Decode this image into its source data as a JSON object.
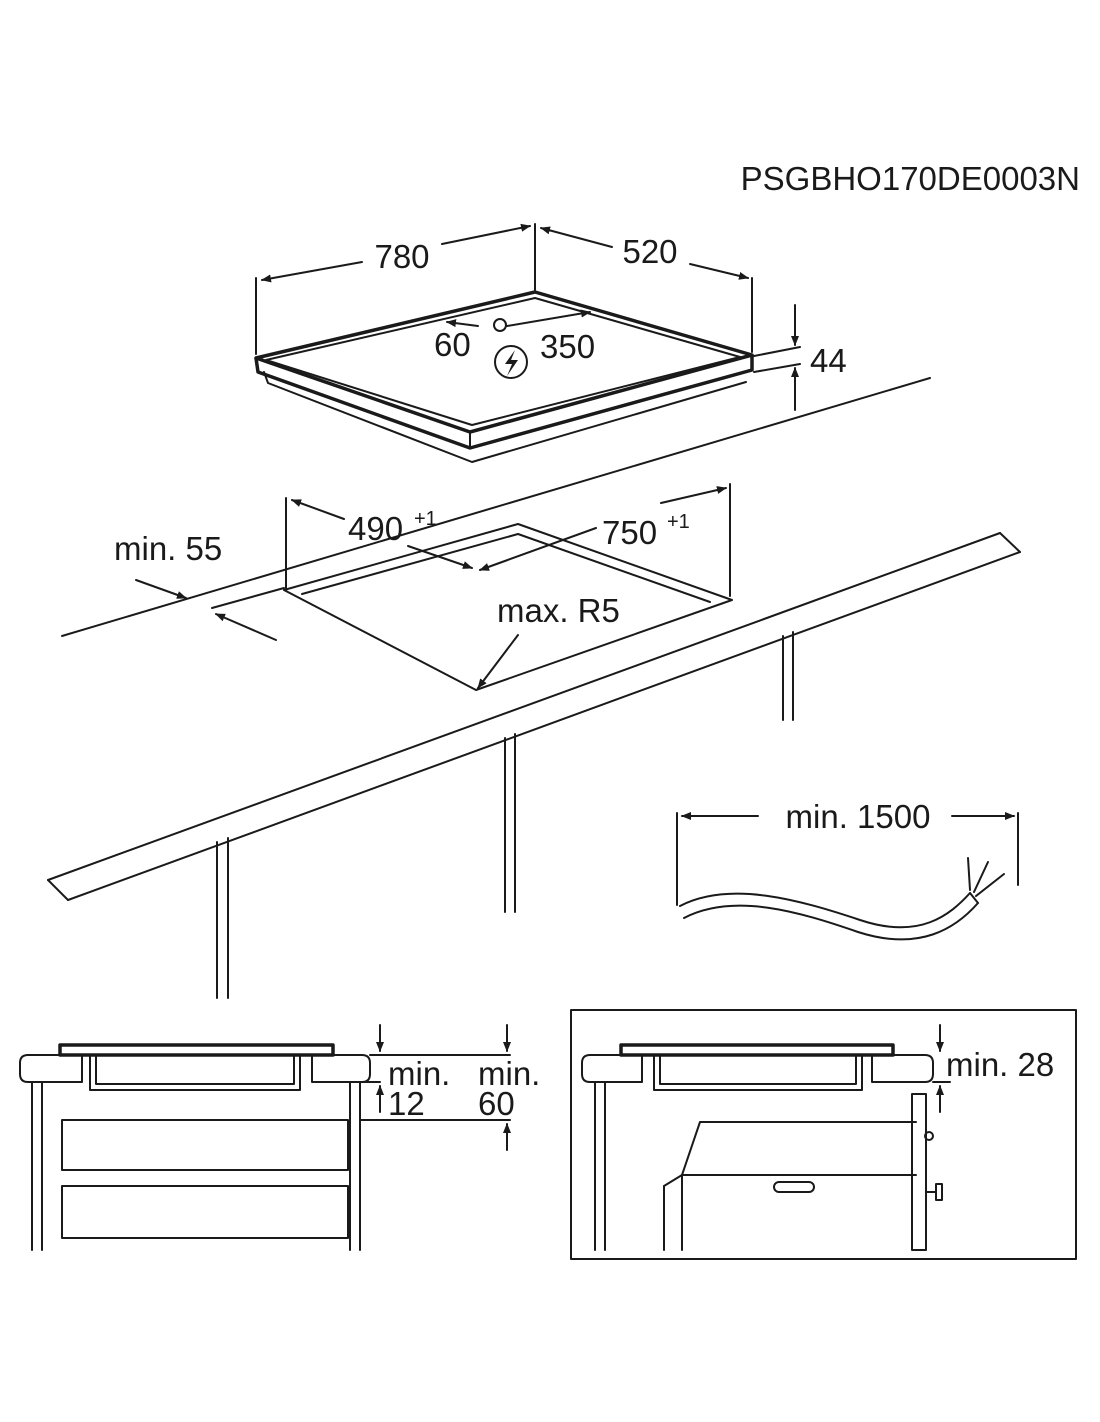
{
  "doc_code": "PSGBHO170DE0003N",
  "hob": {
    "width": "780",
    "depth": "520",
    "height": "44",
    "conn_offset": "60",
    "conn_distance": "350"
  },
  "cutout": {
    "depth": "490",
    "depth_tol": "+1",
    "width": "750",
    "width_tol": "+1",
    "min_edge": "min. 55",
    "max_radius": "max. R5"
  },
  "cable": {
    "min_length": "min. 1500"
  },
  "section_left": {
    "gap_a_label": "min.",
    "gap_a_value": "12",
    "gap_b_label": "min.",
    "gap_b_value": "60"
  },
  "section_right": {
    "gap_label": "min. 28"
  }
}
